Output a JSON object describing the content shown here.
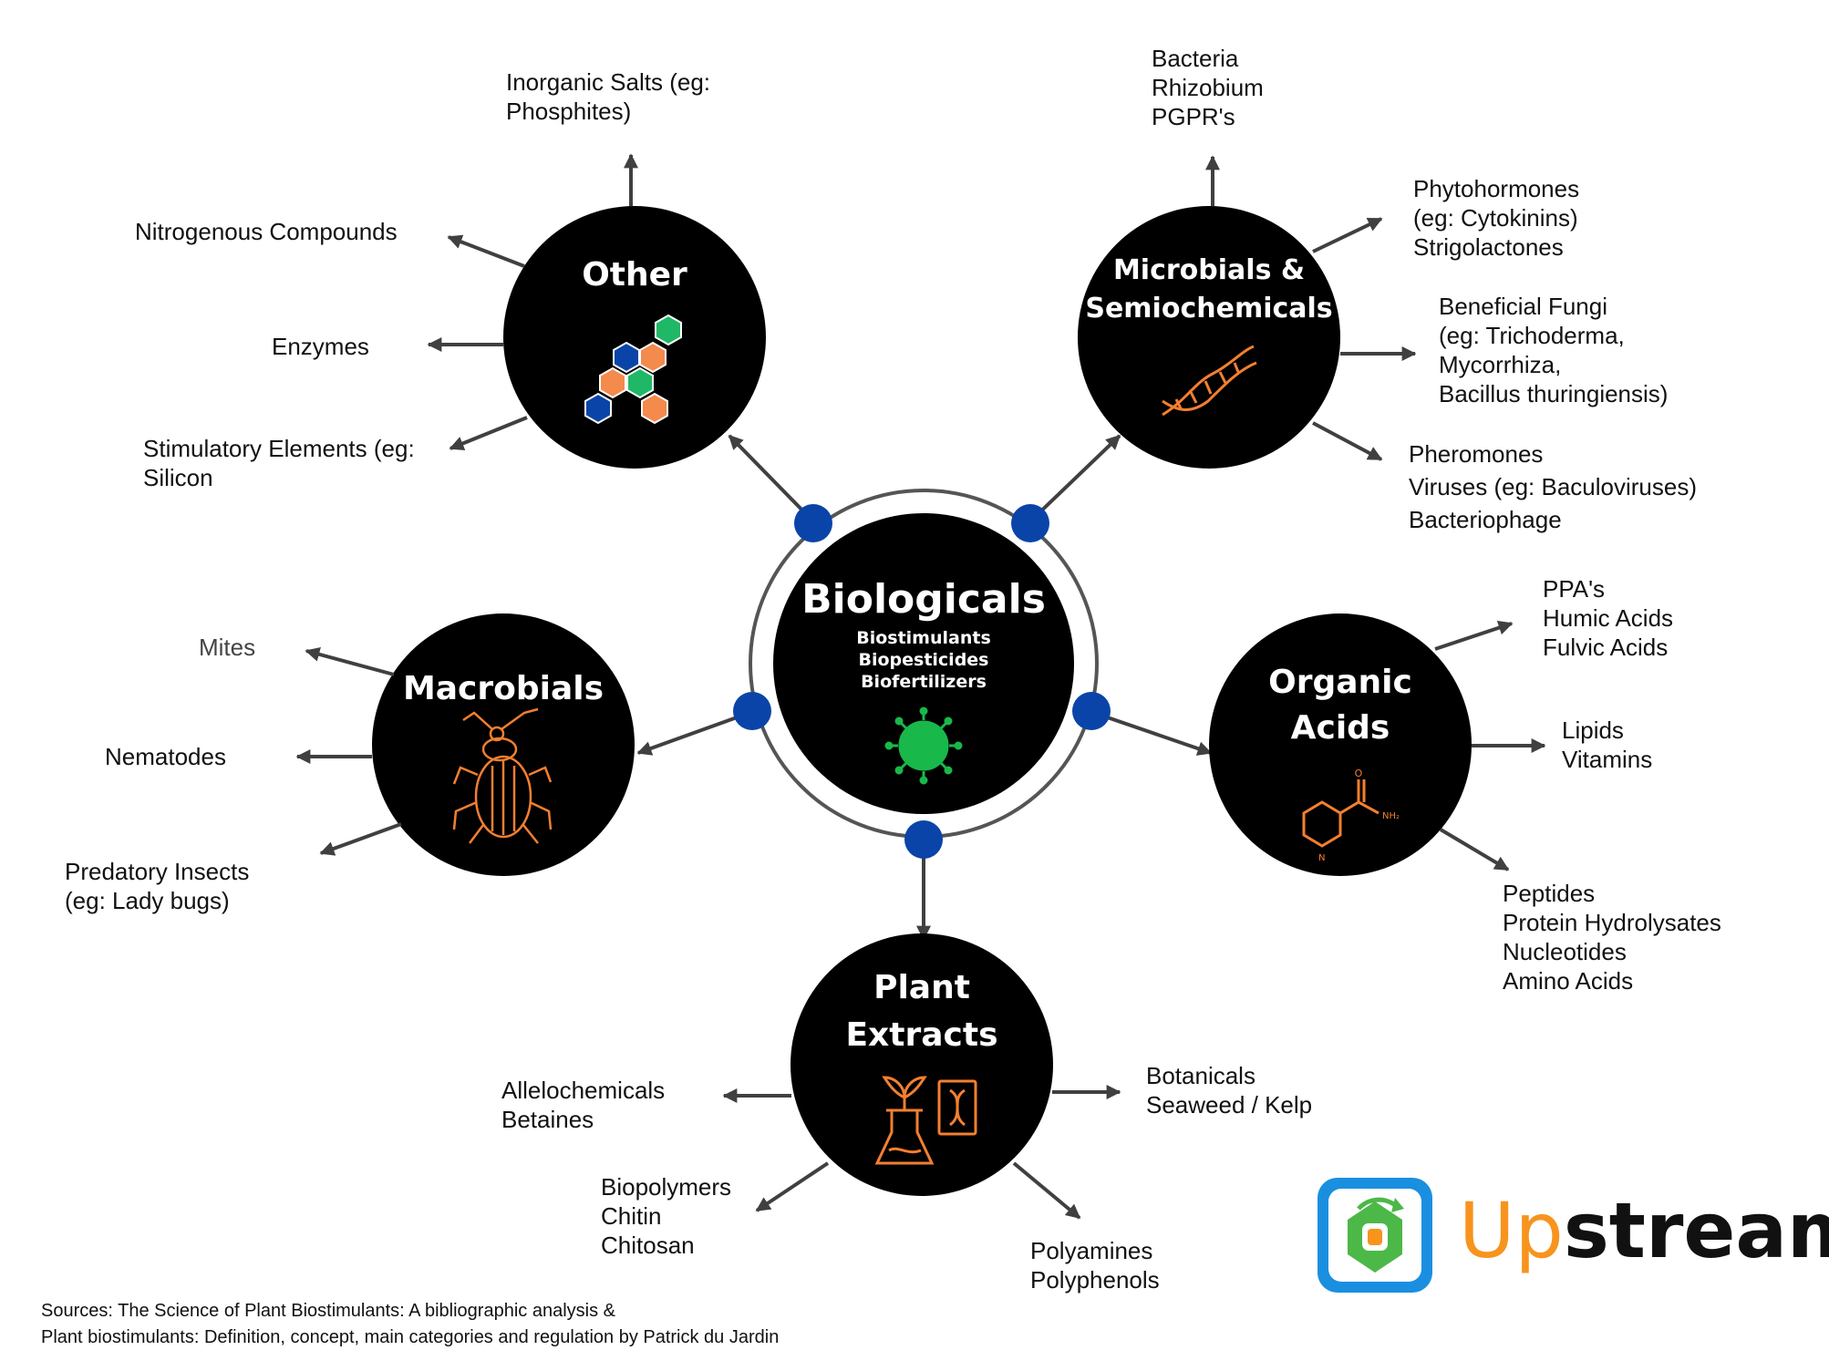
{
  "colors": {
    "circle_fill": "#000000",
    "connector_dot": "#0a44a8",
    "arrow": "#404040",
    "icon_orange": "#f47f2f",
    "virus_green": "#19b84a",
    "hex_blue": "#0a44a8",
    "hex_orange": "#f48a4c",
    "hex_green": "#1fb866",
    "brand_orange": "#f7941d",
    "brand_black": "#111111",
    "logo_blue": "#1a8fe0",
    "logo_green": "#4cb848"
  },
  "center": {
    "title": "Biologicals",
    "subtitle_lines": [
      "Biostimulants",
      "Biopesticides",
      "Biofertilizers"
    ],
    "icon": "virus-icon"
  },
  "categories": {
    "other": {
      "title_lines": [
        "Other"
      ],
      "icon": "hexagon-molecule-icon",
      "items": [
        {
          "id": "inorganic-salts",
          "lines": [
            "Inorganic Salts (eg:",
            "Phosphites)"
          ]
        },
        {
          "id": "nitrogenous-compounds",
          "lines": [
            "Nitrogenous Compounds"
          ]
        },
        {
          "id": "enzymes",
          "lines": [
            "Enzymes"
          ]
        },
        {
          "id": "stimulatory-elements",
          "lines": [
            "Stimulatory Elements (eg:",
            "Silicon"
          ]
        }
      ]
    },
    "microbials": {
      "title_lines": [
        "Microbials &",
        "Semiochemicals"
      ],
      "icon": "dna-icon",
      "items": [
        {
          "id": "bacteria",
          "lines": [
            "Bacteria",
            "Rhizobium",
            "PGPR's"
          ]
        },
        {
          "id": "phytohormones",
          "lines": [
            "Phytohormones",
            "(eg: Cytokinins)",
            "Strigolactones"
          ]
        },
        {
          "id": "beneficial-fungi",
          "lines": [
            "Beneficial Fungi",
            "(eg: Trichoderma,",
            "Mycorrhiza,",
            "Bacillus thuringiensis)"
          ]
        },
        {
          "id": "pheromones",
          "lines": [
            "Pheromones",
            "Viruses (eg: Baculoviruses)",
            "Bacteriophage"
          ]
        }
      ]
    },
    "macrobials": {
      "title_lines": [
        "Macrobials"
      ],
      "icon": "beetle-icon",
      "items": [
        {
          "id": "mites",
          "lines": [
            "Mites"
          ]
        },
        {
          "id": "nematodes",
          "lines": [
            "Nematodes"
          ]
        },
        {
          "id": "predatory-insects",
          "lines": [
            "Predatory Insects",
            "(eg: Lady bugs)"
          ]
        }
      ]
    },
    "organic_acids": {
      "title_lines": [
        "Organic",
        "Acids"
      ],
      "icon": "molecule-structure-icon",
      "items": [
        {
          "id": "ppa",
          "lines": [
            "PPA's",
            "Humic Acids",
            "Fulvic Acids"
          ]
        },
        {
          "id": "lipids",
          "lines": [
            "Lipids",
            "Vitamins"
          ]
        },
        {
          "id": "peptides",
          "lines": [
            "Peptides",
            "Protein Hydrolysates",
            "Nucleotides",
            "Amino Acids"
          ]
        }
      ]
    },
    "plant_extracts": {
      "title_lines": [
        "Plant",
        "Extracts"
      ],
      "icon": "plant-flask-dna-icon",
      "items": [
        {
          "id": "allelochemicals",
          "lines": [
            "Allelochemicals",
            "Betaines"
          ]
        },
        {
          "id": "botanicals",
          "lines": [
            "Botanicals",
            "Seaweed / Kelp"
          ]
        },
        {
          "id": "biopolymers",
          "lines": [
            "Biopolymers",
            "Chitin",
            "Chitosan"
          ]
        },
        {
          "id": "polyamines",
          "lines": [
            "Polyamines",
            "Polyphenols"
          ]
        }
      ]
    }
  },
  "sources": {
    "line1": "Sources: The Science of Plant Biostimulants: A bibliographic analysis &",
    "line2": "Plant biostimulants: Definition, concept, main categories and regulation by Patrick du Jardin"
  },
  "brand": {
    "part1": "Up",
    "part2": "stream",
    "icon": "upstream-logo-icon"
  }
}
